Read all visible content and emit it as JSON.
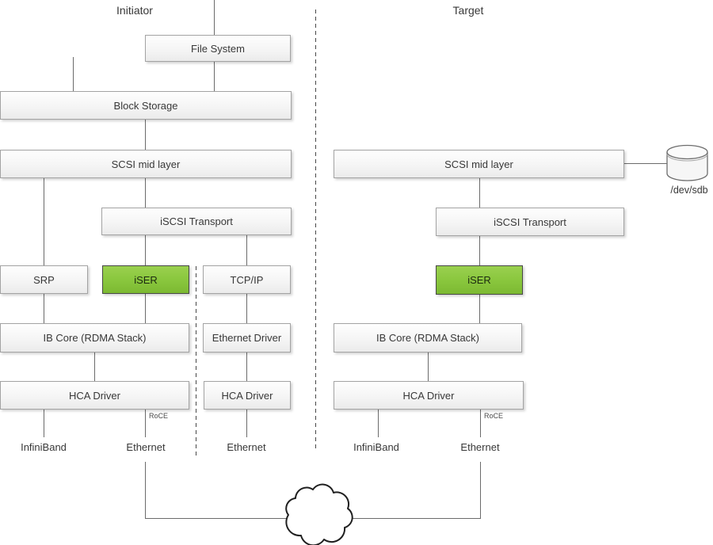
{
  "diagram": {
    "initiator": {
      "title": "Initiator",
      "file_system": "File System",
      "block_storage": "Block Storage",
      "scsi_mid_layer": "SCSI mid layer",
      "iscsi_transport": "iSCSI Transport",
      "srp": "SRP",
      "iser": "iSER",
      "tcpip": "TCP/IP",
      "ib_core": "IB Core (RDMA Stack)",
      "ethernet_driver": "Ethernet Driver",
      "hca_driver_ib": "HCA Driver",
      "hca_driver_eth": "HCA Driver",
      "roce": "RoCE",
      "infiniband_label": "InfiniBand",
      "ethernet_label_rdma": "Ethernet",
      "ethernet_label_tcp": "Ethernet"
    },
    "target": {
      "title": "Target",
      "scsi_mid_layer": "SCSI mid layer",
      "iscsi_transport": "iSCSI Transport",
      "iser": "iSER",
      "ib_core": "IB Core (RDMA Stack)",
      "hca_driver": "HCA Driver",
      "roce": "RoCE",
      "infiniband_label": "InfiniBand",
      "ethernet_label": "Ethernet",
      "disk_label": "/dev/sdb"
    },
    "colors": {
      "iser_green_top": "#9ad04f",
      "iser_green_bottom": "#7cb932",
      "box_border": "#a3a3a3",
      "line": "#6b6b6b"
    }
  }
}
